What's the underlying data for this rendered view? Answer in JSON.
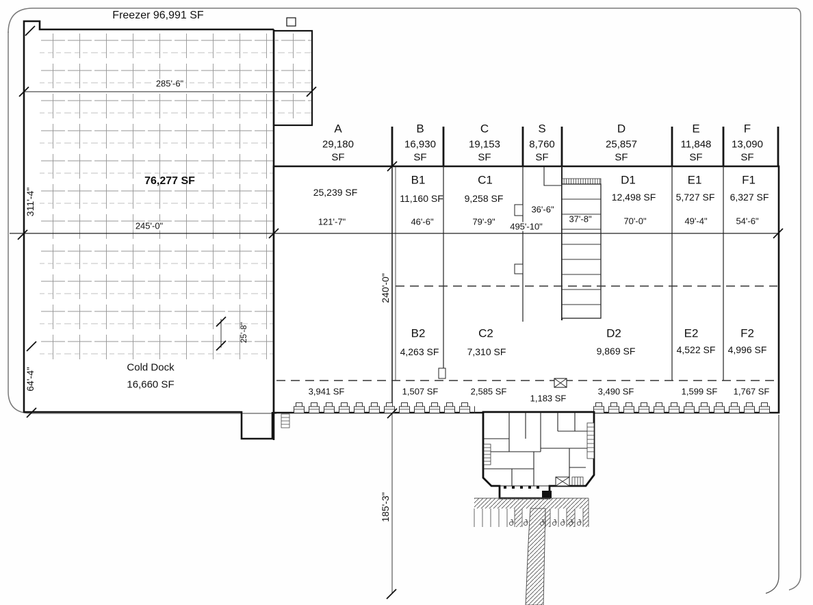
{
  "plan": {
    "freezer": {
      "title": "Freezer 96,991 SF",
      "area": "76,277 SF",
      "cold_dock_name": "Cold Dock",
      "cold_dock_area": "16,660 SF"
    },
    "sections": [
      {
        "letter": "A",
        "sf": "29,180",
        "unit": "SF"
      },
      {
        "letter": "B",
        "sf": "16,930",
        "unit": "SF"
      },
      {
        "letter": "C",
        "sf": "19,153",
        "unit": "SF"
      },
      {
        "letter": "S",
        "sf": "8,760",
        "unit": "SF"
      },
      {
        "letter": "D",
        "sf": "25,857",
        "unit": "SF"
      },
      {
        "letter": "E",
        "sf": "11,848",
        "unit": "SF"
      },
      {
        "letter": "F",
        "sf": "13,090",
        "unit": "SF"
      }
    ],
    "suites_row1": [
      {
        "name": "",
        "area": "25,239 SF",
        "width": "121'-7\""
      },
      {
        "name": "B1",
        "area": "11,160 SF",
        "width": "46'-6\""
      },
      {
        "name": "C1",
        "area": "9,258 SF",
        "width": "79'-9\""
      },
      {
        "name": "D1",
        "area": "12,498 SF",
        "width": "70'-0\""
      },
      {
        "name": "E1",
        "area": "5,727 SF",
        "width": "49'-4\""
      },
      {
        "name": "F1",
        "area": "6,327 SF",
        "width": "54'-6\""
      }
    ],
    "suites_row2": [
      {
        "name": "B2",
        "area": "4,263 SF"
      },
      {
        "name": "C2",
        "area": "7,310 SF"
      },
      {
        "name": "D2",
        "area": "9,869 SF"
      },
      {
        "name": "E2",
        "area": "4,522 SF"
      },
      {
        "name": "F2",
        "area": "4,996 SF"
      }
    ],
    "dock_areas": [
      "3,941 SF",
      "1,507 SF",
      "2,585 SF",
      "1,183 SF",
      "3,490 SF",
      "1,599 SF",
      "1,767 SF"
    ],
    "dimensions": {
      "d285": "285'-6\"",
      "d311": "311'-4\"",
      "d245": "245'-0\"",
      "d495": "495'-10\"",
      "d240": "240'-0\"",
      "d185": "185'-3\"",
      "d64": "64'-4\"",
      "d25": "25'-8\"",
      "d36": "36'-6\"",
      "d37": "37'-8\""
    }
  }
}
